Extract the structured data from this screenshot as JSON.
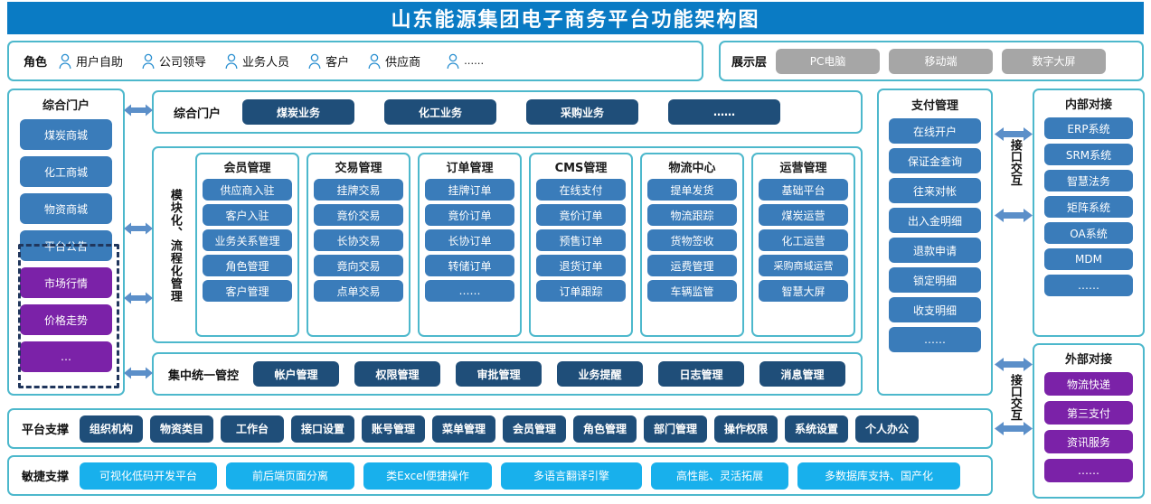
{
  "header": {
    "title": "山东能源集团电子商务平台功能架构图"
  },
  "roles": {
    "label": "角色",
    "items": [
      {
        "icon": "person-icon",
        "label": "用户自助"
      },
      {
        "icon": "person-icon",
        "label": "公司领导"
      },
      {
        "icon": "person-icon",
        "label": "业务人员"
      },
      {
        "icon": "person-icon",
        "label": "客户"
      },
      {
        "icon": "person-icon",
        "label": "供应商"
      },
      {
        "icon": "person-icon",
        "label": "……"
      }
    ]
  },
  "display_layer": {
    "label": "展示层",
    "items": [
      "PC电脑",
      "移动端",
      "数字大屏"
    ]
  },
  "portal": {
    "title": "综合门户",
    "items": [
      {
        "label": "煤炭商城",
        "color": "blue"
      },
      {
        "label": "化工商城",
        "color": "blue"
      },
      {
        "label": "物资商城",
        "color": "blue"
      },
      {
        "label": "平台公告",
        "color": "blue"
      },
      {
        "label": "市场行情",
        "color": "purple"
      },
      {
        "label": "价格走势",
        "color": "purple"
      },
      {
        "label": "…",
        "color": "purple"
      }
    ]
  },
  "center_portal": {
    "label": "综合门户",
    "items": [
      "煤炭业务",
      "化工业务",
      "采购业务",
      "……"
    ]
  },
  "modular": {
    "side_label": "模块化、流程化管理",
    "columns": [
      {
        "title": "会员管理",
        "items": [
          "供应商入驻",
          "客户入驻",
          "业务关系管理",
          "角色管理",
          "客户管理"
        ]
      },
      {
        "title": "交易管理",
        "items": [
          "挂牌交易",
          "竟价交易",
          "长协交易",
          "竟向交易",
          "点单交易"
        ]
      },
      {
        "title": "订单管理",
        "items": [
          "挂牌订单",
          "竟价订单",
          "长协订单",
          "转储订单",
          "……"
        ]
      },
      {
        "title": "CMS管理",
        "items": [
          "在线支付",
          "竟价订单",
          "预售订单",
          "退货订单",
          "订单跟踪"
        ]
      },
      {
        "title": "物流中心",
        "items": [
          "提单发货",
          "物流跟踪",
          "货物签收",
          "运费管理",
          "车辆监管"
        ]
      },
      {
        "title": "运营管理",
        "items": [
          "基础平台",
          "煤炭运营",
          "化工运营",
          "采购商城运营",
          "智慧大屏"
        ]
      }
    ]
  },
  "central_control": {
    "label": "集中统一管控",
    "items": [
      "帐户管理",
      "权限管理",
      "审批管理",
      "业务提醒",
      "日志管理",
      "消息管理"
    ]
  },
  "pay": {
    "title": "支付管理",
    "items": [
      "在线开户",
      "保证金查询",
      "往来对帐",
      "出入金明细",
      "退款申请",
      "锁定明细",
      "收支明细",
      "……"
    ]
  },
  "interface": {
    "label_top": "接口交互",
    "label_bottom": "接口交互"
  },
  "internal": {
    "title": "内部对接",
    "items": [
      "ERP系统",
      "SRM系统",
      "智慧法务",
      "矩阵系统",
      "OA系统",
      "MDM",
      "……"
    ]
  },
  "external": {
    "title": "外部对接",
    "items": [
      "物流快递",
      "第三支付",
      "资讯服务",
      "……"
    ]
  },
  "platform_support": {
    "label": "平台支撑",
    "items": [
      "组织机构",
      "物资类目",
      "工作台",
      "接口设置",
      "账号管理",
      "菜单管理",
      "会员管理",
      "角色管理",
      "部门管理",
      "操作权限",
      "系统设置",
      "个人办公"
    ]
  },
  "agile_support": {
    "label": "敏捷支撑",
    "items": [
      "可视化低码开发平台",
      "前后端页面分离",
      "类Excel便捷操作",
      "多语言翻译引擎",
      "高性能、灵活拓展",
      "多数据库支持、国产化"
    ]
  },
  "colors": {
    "header_blue": "#0a7bc4",
    "frame_cyan": "#4db8cc",
    "chip_blue": "#3a7cba",
    "chip_navy": "#1f4e79",
    "chip_purple": "#7b22a8",
    "chip_cyan": "#18b0ec",
    "chip_gray": "#a6a6a6",
    "arrow_blue": "#5b8fc9",
    "dashed_navy": "#20365c"
  }
}
